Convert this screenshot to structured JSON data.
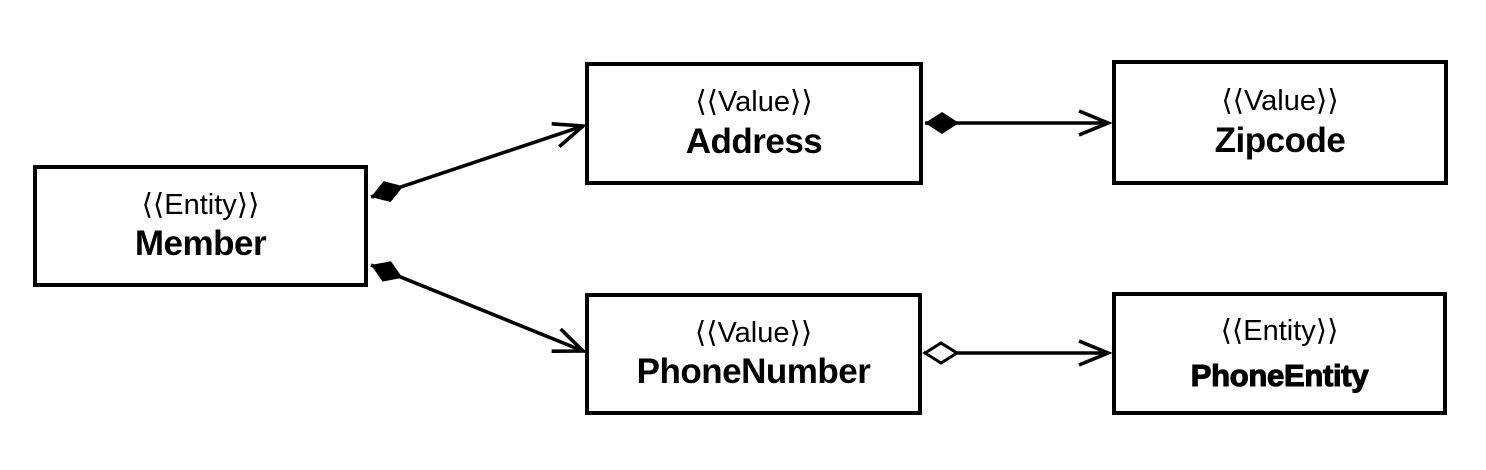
{
  "diagram": {
    "type": "uml-class-diagram",
    "colors": {
      "background": "#ffffff",
      "stroke": "#000000",
      "box_fill": "#ffffff"
    },
    "nodes": [
      {
        "stereotype": "⟨⟨Entity⟩⟩",
        "name": "Member"
      },
      {
        "stereotype": "⟨⟨Value⟩⟩",
        "name": "Address"
      },
      {
        "stereotype": "⟨⟨Value⟩⟩",
        "name": "Zipcode"
      },
      {
        "stereotype": "⟨⟨Value⟩⟩",
        "name": "PhoneNumber"
      },
      {
        "stereotype": "⟨⟨Entity⟩⟩",
        "name": "PhoneEntity"
      }
    ],
    "edges": [
      {
        "from": "Member",
        "to": "Address",
        "relation": "composition",
        "source_decoration": "filled-diamond",
        "target_decoration": "open-arrowhead"
      },
      {
        "from": "Member",
        "to": "PhoneNumber",
        "relation": "composition",
        "source_decoration": "filled-diamond",
        "target_decoration": "open-arrowhead"
      },
      {
        "from": "Address",
        "to": "Zipcode",
        "relation": "composition",
        "source_decoration": "filled-diamond",
        "target_decoration": "open-arrowhead"
      },
      {
        "from": "PhoneNumber",
        "to": "PhoneEntity",
        "relation": "aggregation",
        "source_decoration": "hollow-diamond",
        "target_decoration": "open-arrowhead"
      }
    ]
  }
}
